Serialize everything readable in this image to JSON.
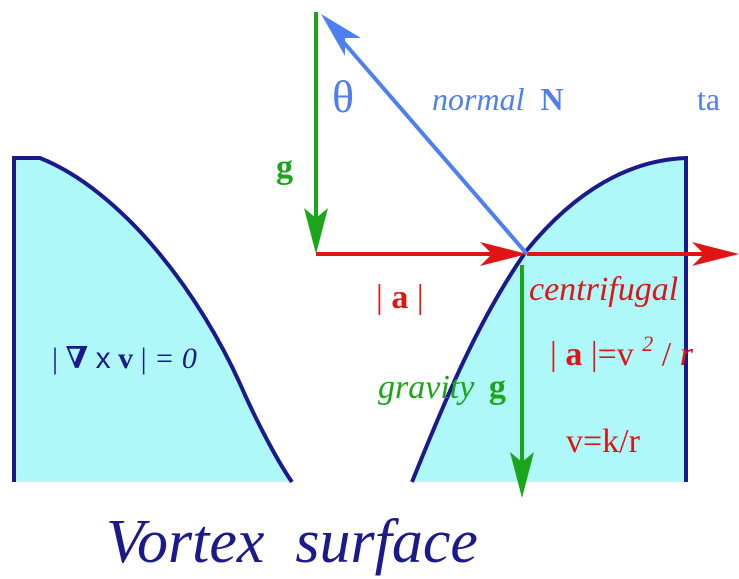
{
  "colors": {
    "fluid": "#aef8fa",
    "outline": "#1a1a8c",
    "normal": "#4d7ff0",
    "gravity": "#1aa51a",
    "accel": "#e01414",
    "title": "#1a1a8c",
    "curl": "#1a1a8c"
  },
  "labels": {
    "theta": "θ",
    "normal_word": "normal",
    "normal_symbol": "N",
    "tangent_partial": "ta",
    "g_top": "g",
    "accel_bar_l": "|",
    "accel_a": "a",
    "accel_bar_r": "|",
    "centrifugal": "centrifugal",
    "accel_eq_bar_l": "|",
    "accel_eq_a": "a",
    "accel_eq_rest": "|=v",
    "accel_eq_exp": "2",
    "accel_eq_div": "/",
    "accel_eq_r": "r",
    "gravity_word": "gravity",
    "gravity_symbol": "g",
    "velocity": "v=k/r",
    "curl_bar_l": "|",
    "curl_nabla": "∇",
    "curl_x": "x",
    "curl_v": "v",
    "curl_bar_r": "|",
    "curl_eq": "=",
    "curl_zero": "0",
    "title": "Vortex  surface"
  }
}
